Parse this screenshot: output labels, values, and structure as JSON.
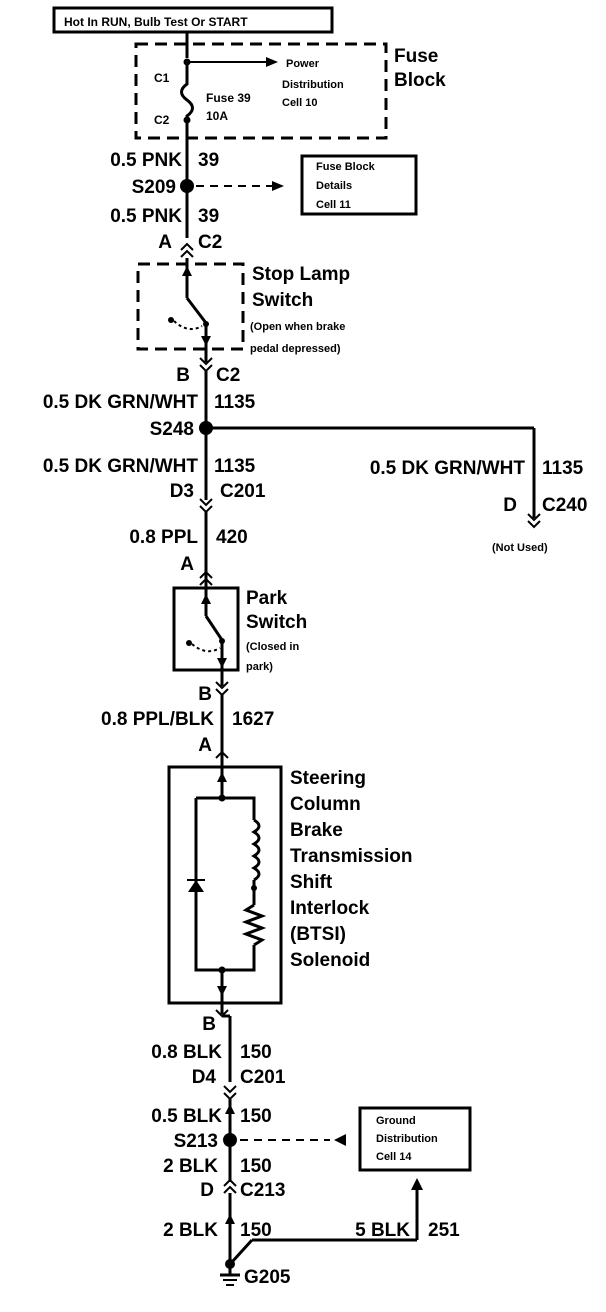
{
  "header": {
    "label": "Hot In RUN, Bulb Test Or START"
  },
  "fuse_block": {
    "title_line1": "Fuse",
    "title_line2": "Block",
    "c1": "C1",
    "c2": "C2",
    "fuse_name": "Fuse 39",
    "fuse_rating": "10A",
    "power_ref_line1": "Power",
    "power_ref_line2": "Distribution",
    "power_ref_line3": "Cell 10"
  },
  "wires": {
    "w1_gauge": "0.5 PNK",
    "w1_circuit": "39",
    "s209": "S209",
    "w2_gauge": "0.5 PNK",
    "w2_circuit": "39",
    "fbd_line1": "Fuse Block",
    "fbd_line2": "Details",
    "fbd_line3": "Cell 11",
    "stop_top_pin": "A",
    "stop_top_conn": "C2",
    "stop_bot_pin": "B",
    "stop_bot_conn": "C2",
    "w3_gauge": "0.5 DK GRN/WHT",
    "w3_circuit": "1135",
    "s248": "S248",
    "w4_gauge": "0.5 DK GRN/WHT",
    "w4_circuit": "1135",
    "d3": "D3",
    "c201_a": "C201",
    "w5_gauge": "0.5 DK GRN/WHT",
    "w5_circuit": "1135",
    "c240_pin": "D",
    "c240": "C240",
    "not_used": "(Not Used)",
    "w6_gauge": "0.8 PPL",
    "w6_circuit": "420",
    "park_top_pin": "A",
    "park_bot_pin": "B",
    "w7_gauge": "0.8 PPL/BLK",
    "w7_circuit": "1627",
    "btsi_top_pin": "A",
    "btsi_bot_pin": "B",
    "w8_gauge": "0.8 BLK",
    "w8_circuit": "150",
    "d4": "D4",
    "c201_b": "C201",
    "w9_gauge": "0.5 BLK",
    "w9_circuit": "150",
    "s213": "S213",
    "w10_gauge": "2 BLK",
    "w10_circuit": "150",
    "c213_pin": "D",
    "c213": "C213",
    "gnd_line1": "Ground",
    "gnd_line2": "Distribution",
    "gnd_line3": "Cell 14",
    "w11_gauge": "2 BLK",
    "w11_circuit": "150",
    "w12_gauge": "5 BLK",
    "w12_circuit": "251",
    "g205": "G205"
  },
  "stop_lamp_switch": {
    "name_line1": "Stop Lamp",
    "name_line2": "Switch",
    "note_line1": "(Open when brake",
    "note_line2": "pedal depressed)"
  },
  "park_switch": {
    "name_line1": "Park",
    "name_line2": "Switch",
    "note_line1": "(Closed in",
    "note_line2": "park)"
  },
  "btsi_solenoid": {
    "line1": "Steering",
    "line2": "Column",
    "line3": "Brake",
    "line4": "Transmission",
    "line5": "Shift",
    "line6": "Interlock",
    "line7": "(BTSI)",
    "line8": "Solenoid"
  }
}
